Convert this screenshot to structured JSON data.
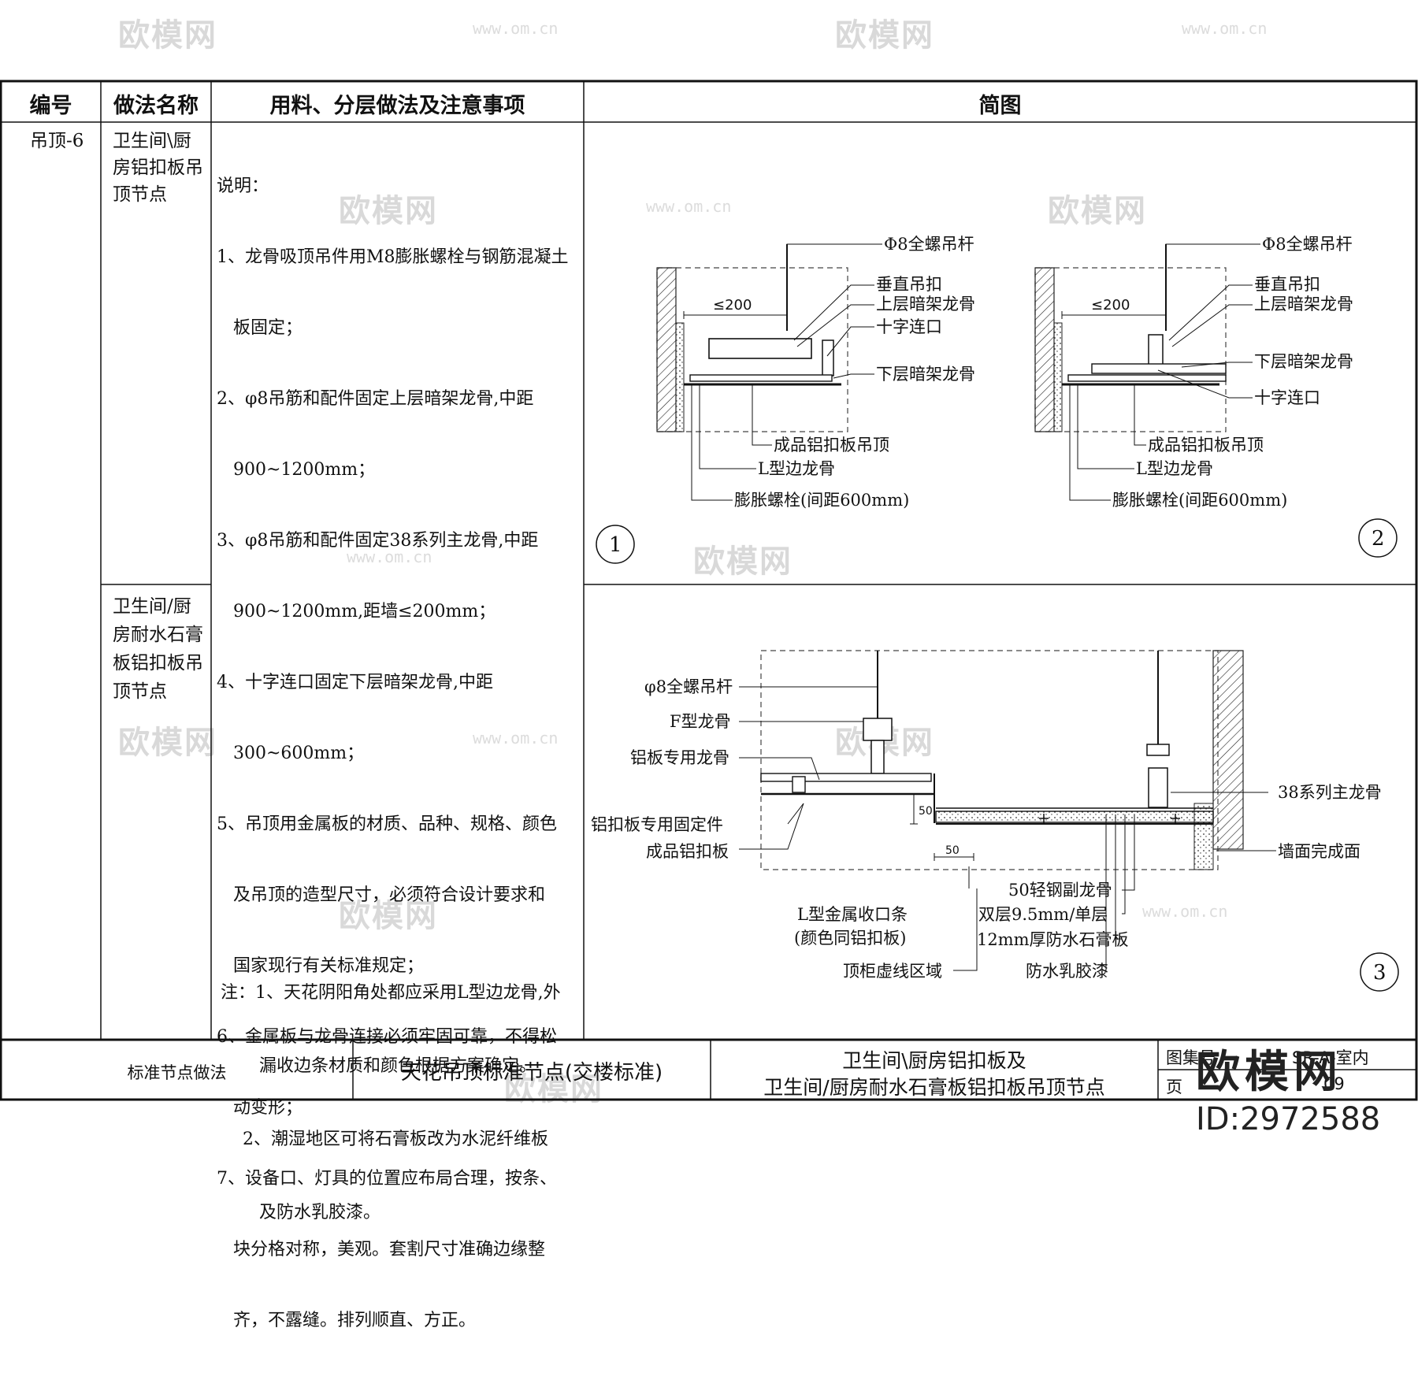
{
  "watermark": {
    "brand_text": "欧模网",
    "url_text": "www.om.cn"
  },
  "table": {
    "headers": {
      "code": "编号",
      "method_name": "做法名称",
      "materials": "用料、分层做法及注意事项",
      "diagram": "简图"
    },
    "row": {
      "code": "吊顶-6",
      "name_1": [
        "卫生间\\厨",
        "房铝扣板吊",
        "顶节点"
      ],
      "name_2": [
        "卫生间/厨",
        "房耐水石膏",
        "板铝扣板吊",
        "顶节点"
      ]
    },
    "notes": [
      "说明：",
      "1、龙骨吸顶吊件用M8膨胀螺栓与钢筋混凝土",
      "   板固定；",
      "2、φ8吊筋和配件固定上层暗架龙骨,中距",
      "   900~1200mm；",
      "3、φ8吊筋和配件固定38系列主龙骨,中距",
      "   900~1200mm,距墙≤200mm；",
      "4、十字连口固定下层暗架龙骨,中距",
      "   300~600mm；",
      "5、吊顶用金属板的材质、品种、规格、颜色",
      "   及吊顶的造型尺寸，必须符合设计要求和",
      "   国家现行有关标准规定；",
      "6、金属板与龙骨连接必须牢固可靠，不得松",
      "   动变形；",
      "7、设备口、灯具的位置应布局合理，按条、",
      "   块分格对称，美观。套割尺寸准确边缘整",
      "   齐，不露缝。排列顺直、方正。"
    ],
    "footnotes": [
      "注：1、天花阴阳角处都应采用L型边龙骨,外",
      "       漏收边条材质和颜色根据方案确定。",
      "    2、潮湿地区可将石膏板改为水泥纤维板",
      "       及防水乳胶漆。"
    ]
  },
  "diagrams": {
    "d1": {
      "number": "1",
      "dim": "≤200",
      "labels": [
        "Φ8全螺吊杆",
        "垂直吊扣",
        "上层暗架龙骨",
        "十字连口",
        "下层暗架龙骨",
        "成品铝扣板吊顶",
        "L型边龙骨",
        "膨胀螺栓(间距600mm)"
      ]
    },
    "d2": {
      "number": "2",
      "dim": "≤200",
      "labels": [
        "Φ8全螺吊杆",
        "垂直吊扣",
        "上层暗架龙骨",
        "下层暗架龙骨",
        "十字连口",
        "成品铝扣板吊顶",
        "L型边龙骨",
        "膨胀螺栓(间距600mm)"
      ]
    },
    "d3": {
      "number": "3",
      "dim_v": "50",
      "dim_h": "50",
      "labels_left": [
        "φ8全螺吊杆",
        "F型龙骨",
        "铝板专用龙骨",
        "铝扣板专用固定件",
        "成品铝扣板"
      ],
      "labels_right": [
        "38系列主龙骨",
        "墙面完成面"
      ],
      "labels_bottom_left": [
        "L型金属收口条",
        "(颜色同铝扣板)",
        "顶柜虚线区域"
      ],
      "labels_bottom_right": [
        "50轻钢副龙骨",
        "双层9.5mm/单层",
        "12mm厚防水石膏板",
        "防水乳胶漆"
      ]
    }
  },
  "title_block": {
    "label": "标准节点做法",
    "main_title": "天花吊顶标准节点(交楼标准)",
    "sub_title_1": "卫生间\\厨房铝扣板及",
    "sub_title_2": "卫生间/厨房耐水石膏板铝扣板吊顶节点",
    "drawing_no_label": "图集号",
    "drawing_no_value": "SR-A-室内",
    "page_label": "页",
    "page_value": "09"
  },
  "brand_logo": {
    "name": "欧模网",
    "id_text": "ID:2972588"
  }
}
